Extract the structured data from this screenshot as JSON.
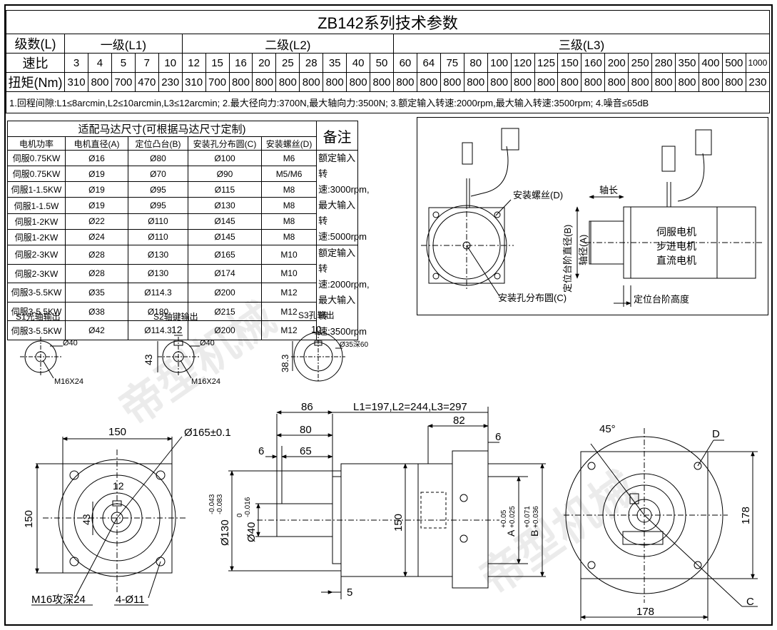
{
  "title": "ZB142系列技术参数",
  "spec": {
    "level_label": "级数(L)",
    "groups": [
      "一级(L1)",
      "二级(L2)",
      "三级(L3)"
    ],
    "ratio_label": "速比",
    "torque_label": "扭矩(Nm)",
    "ratios": [
      "3",
      "4",
      "5",
      "7",
      "10",
      "12",
      "15",
      "16",
      "20",
      "25",
      "28",
      "35",
      "40",
      "50",
      "60",
      "64",
      "75",
      "80",
      "100",
      "120",
      "125",
      "150",
      "160",
      "200",
      "250",
      "280",
      "350",
      "400",
      "500",
      "1000"
    ],
    "torques": [
      "310",
      "800",
      "700",
      "470",
      "230",
      "310",
      "700",
      "800",
      "800",
      "800",
      "800",
      "800",
      "800",
      "800",
      "800",
      "800",
      "800",
      "800",
      "800",
      "800",
      "800",
      "800",
      "800",
      "800",
      "800",
      "800",
      "800",
      "800",
      "800",
      "230"
    ],
    "note": "1.回程间隙:L1≤8arcmin,L2≤10arcmin,L3≤12arcmin; 2.最大径向力:3700N,最大轴向力:3500N; 3.额定输入转速:2000rpm,最大输入转速:3500rpm; 4.噪音≤65dB"
  },
  "motor_table": {
    "title": "适配马达尺寸(可根据马达尺寸定制)",
    "remarks_header": "备注",
    "headers": [
      "电机功率",
      "电机直径(A)",
      "定位凸台(B)",
      "安装孔分布圆(C)",
      "安装螺丝(D)"
    ],
    "rows": [
      [
        "伺服0.75KW",
        "Ø16",
        "Ø80",
        "Ø100",
        "M6"
      ],
      [
        "伺服0.75KW",
        "Ø19",
        "Ø70",
        "Ø90",
        "M5/M6"
      ],
      [
        "伺服1-1.5KW",
        "Ø19",
        "Ø95",
        "Ø115",
        "M8"
      ],
      [
        "伺服1-1.5W",
        "Ø19",
        "Ø95",
        "Ø130",
        "M8"
      ],
      [
        "伺服1-2KW",
        "Ø22",
        "Ø110",
        "Ø145",
        "M8"
      ],
      [
        "伺服1-2KW",
        "Ø24",
        "Ø110",
        "Ø145",
        "M8"
      ],
      [
        "伺服2-3KW",
        "Ø28",
        "Ø130",
        "Ø165",
        "M10"
      ],
      [
        "伺服2-3KW",
        "Ø28",
        "Ø130",
        "Ø174",
        "M10"
      ],
      [
        "伺服3-5.5KW",
        "Ø35",
        "Ø114.3",
        "Ø200",
        "M12"
      ],
      [
        "伺服3-5.5KW",
        "Ø38",
        "Ø180",
        "Ø215",
        "M12"
      ],
      [
        "伺服3-5.5KW",
        "Ø42",
        "Ø114.3",
        "Ø200",
        "M12"
      ]
    ],
    "remark1": "额定输入转速:3000rpm,最大输入转速:5000rpm",
    "remark2": "额定输入转速:2000rpm,最大输入转速:3500rpm"
  },
  "motor_diagram": {
    "screw": "安装螺丝(D)",
    "shaft_len": "轴长",
    "step_dia": "定位台阶直径(B)",
    "shaft_dia": "轴径(A)",
    "motor_types": [
      "伺服电机",
      "步进电机",
      "直流电机"
    ],
    "hole_circle": "安装孔分布圆(C)",
    "step_height": "定位台阶高度"
  },
  "outputs": {
    "s1": {
      "title": "S1光轴输出",
      "dia": "Ø40",
      "thread": "M16X24"
    },
    "s2": {
      "title": "S2轴键输出",
      "key": "12",
      "height": "43",
      "dia": "Ø40",
      "thread": "M16X24"
    },
    "s3": {
      "title": "S3孔输出",
      "key": "10",
      "height": "38.3",
      "bore": "Ø35深60"
    }
  },
  "front_view": {
    "width": "150",
    "pcd": "Ø165±0.1",
    "height": "150",
    "key": "12",
    "key_h": "43",
    "thread": "M16攻深24",
    "holes": "4-Ø11"
  },
  "side_view": {
    "d86": "86",
    "d80": "80",
    "d6": "6",
    "d65": "65",
    "lengths": "L1=197,L2=244,L3=297",
    "d82": "82",
    "d6b": "6",
    "d150": "150",
    "d5": "5",
    "d130": "Ø130",
    "d130_tol_top": "-0.043",
    "d130_tol_bot": "-0.083",
    "d40": "Ø40",
    "d40_tol_top": "0",
    "d40_tol_bot": "-0.016",
    "a_label": "A",
    "a_tol_top": "+0.05",
    "a_tol_bot": "+0.025",
    "b_label": "B",
    "b_tol_top": "+0.071",
    "b_tol_bot": "+0.036"
  },
  "rear_view": {
    "angle": "45°",
    "d": "D",
    "c": "C",
    "d178v": "178",
    "d178h": "178"
  },
  "watermark": "帝型机械"
}
